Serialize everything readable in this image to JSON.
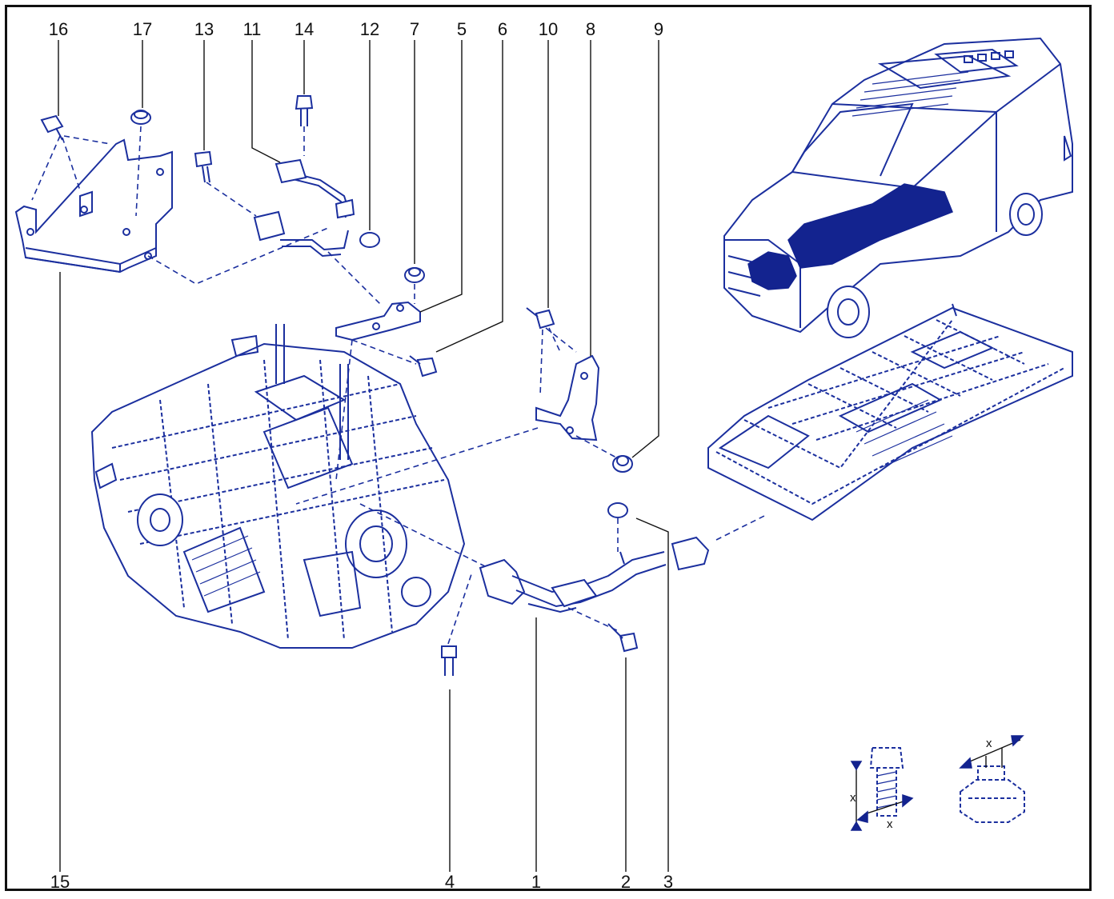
{
  "callouts": [
    {
      "id": "1",
      "label": "1"
    },
    {
      "id": "2",
      "label": "2"
    },
    {
      "id": "3",
      "label": "3"
    },
    {
      "id": "4",
      "label": "4"
    },
    {
      "id": "5",
      "label": "5"
    },
    {
      "id": "6",
      "label": "6"
    },
    {
      "id": "7",
      "label": "7"
    },
    {
      "id": "8",
      "label": "8"
    },
    {
      "id": "9",
      "label": "9"
    },
    {
      "id": "10",
      "label": "10"
    },
    {
      "id": "11",
      "label": "11"
    },
    {
      "id": "12",
      "label": "12"
    },
    {
      "id": "13",
      "label": "13"
    },
    {
      "id": "14",
      "label": "14"
    },
    {
      "id": "15",
      "label": "15"
    },
    {
      "id": "16",
      "label": "16"
    },
    {
      "id": "17",
      "label": "17"
    }
  ],
  "dimension_labels": {
    "bolt_x_vertical": "x",
    "bolt_x_horizontal": "x",
    "nut_x": "x"
  },
  "colors": {
    "line_art": "#1b2f9e",
    "highlight": "#13238f",
    "callout_text": "#111111",
    "frame": "#111111",
    "background": "#ffffff"
  }
}
